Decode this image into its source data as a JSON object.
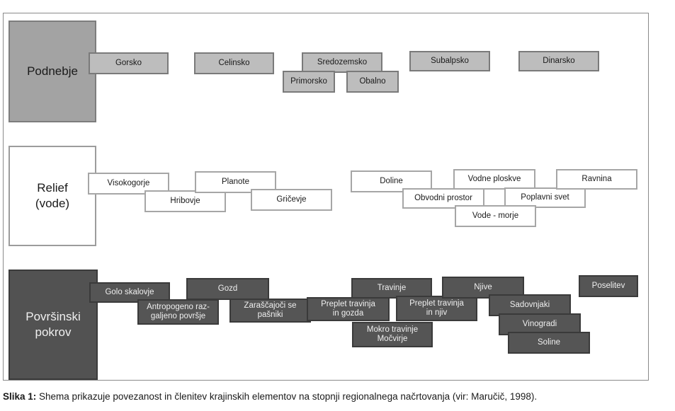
{
  "diagram": {
    "rows": [
      {
        "category": "Podnebje",
        "items": [
          "Gorsko",
          "Celinsko",
          "Sredozemsko",
          "Primorsko",
          "Obalno",
          "Subalpsko",
          "Dinarsko"
        ]
      },
      {
        "category": "Relief\n(vode)",
        "items": [
          "Visokogorje",
          "Hribovje",
          "Planote",
          "Gričevje",
          "Doline",
          "Obvodni prostor",
          "Vodne ploskve",
          "Poplavni svet",
          "Vode - morje",
          "Ravnina"
        ]
      },
      {
        "category": "Površinski\npokrov",
        "items": [
          "Golo skalovje",
          "Antropogeno raz-\ngaljeno površje",
          "Gozd",
          "Zaraščajoči se\npašniki",
          "Preplet travinja\nin gozda",
          "Travinje",
          "Mokro travinje\nMočvirje",
          "Preplet travinja\nin njiv",
          "Njive",
          "Sadovnjaki",
          "Vinogradi",
          "Soline",
          "Poselitev"
        ]
      }
    ]
  },
  "caption": {
    "label": "Slika 1:",
    "text": " Shema prikazuje povezanost in členitev krajinskih elementov na stopnji regionalnega načrtovanja (vir: Maručič, 1998)."
  }
}
